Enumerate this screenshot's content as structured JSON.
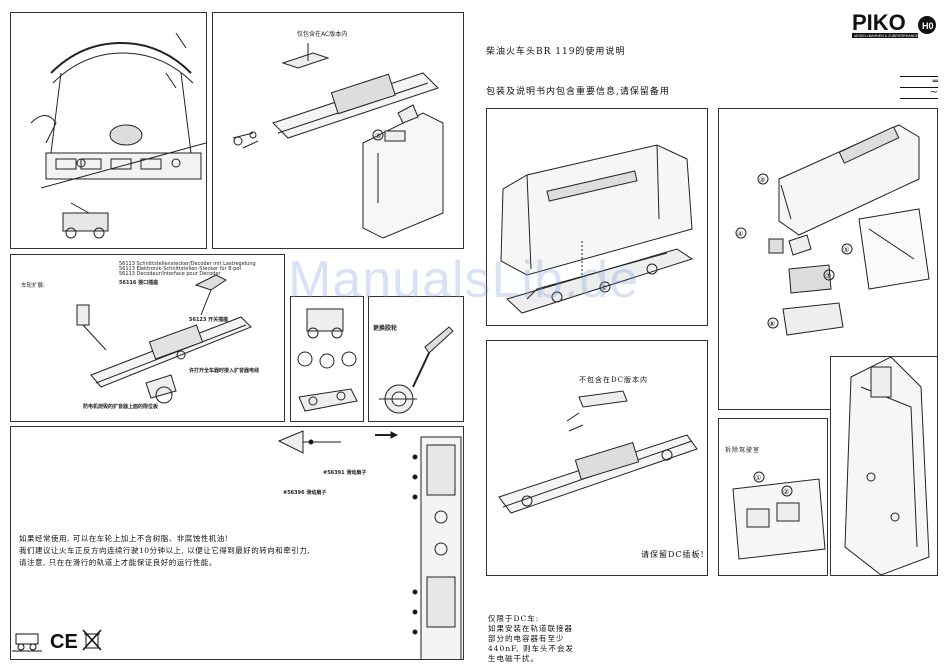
{
  "header": {
    "brand": "PIKO",
    "brand_tagline": "MODELLBAHNEN & ZUBEHÖRHANDEL",
    "brand_badge": "H0",
    "title": "柴油火车头BR 119的使用说明",
    "notice": "包装及说明书内包含重要信息,请保留备用"
  },
  "power_symbols": {
    "dc": "═",
    "ac": "~"
  },
  "watermark": "ManualsLib.de",
  "panels": {
    "top_mid": {
      "label": "仅包含在AC版本内"
    },
    "mid_left": {
      "label": "车轮扩展:",
      "notes": [
        "56113 Schnittstellenstecker/Decoder mit Lastregelung",
        "56113 Elektronik-Schnittstellen-Stecker für 8-pol",
        "56113 Decodeur/Interface pour Decoder",
        "56116 接口插座",
        "56123 开关插座"
      ],
      "red_note": "防电机烧毁的扩音器上面的限位板",
      "red_note2": "许打开全车器时接入扩音器电线"
    },
    "mid_mid": {
      "label": ""
    },
    "mid_right": {
      "label": "更换胶轮"
    },
    "lower_left": {
      "ref_a": "#56391 滑动扇子",
      "ref_b": "#56396 滑动扇子",
      "warning_lines": [
        "如果经常使用, 可以在车轮上加上不含树脂、非腐蚀性机油!",
        "我们建议让火车正反方向连续行驶10分钟以上, 以便让它得到最好的转向和牵引力,",
        "请注意, 只在在滑行的轨道上才能保证良好的运行性能。"
      ]
    },
    "right_mid_top": {
      "circle_labels": [
        "①",
        "②"
      ]
    },
    "right_lower_left": {
      "label": "不包含在DC版本内",
      "keep_note": "请保留DC插板!"
    },
    "right_small": {
      "label": "拆除驾驶室"
    }
  },
  "dc_note": [
    "仅限于DC车:",
    "如果安装在轨道联接器",
    "部分的电容器有至少",
    "440nF, 则车头不会发",
    "生电磁干扰。"
  ],
  "footer_icons": [
    "rail-car-icon",
    "ce-mark-icon",
    "recycle-bin-icon"
  ]
}
